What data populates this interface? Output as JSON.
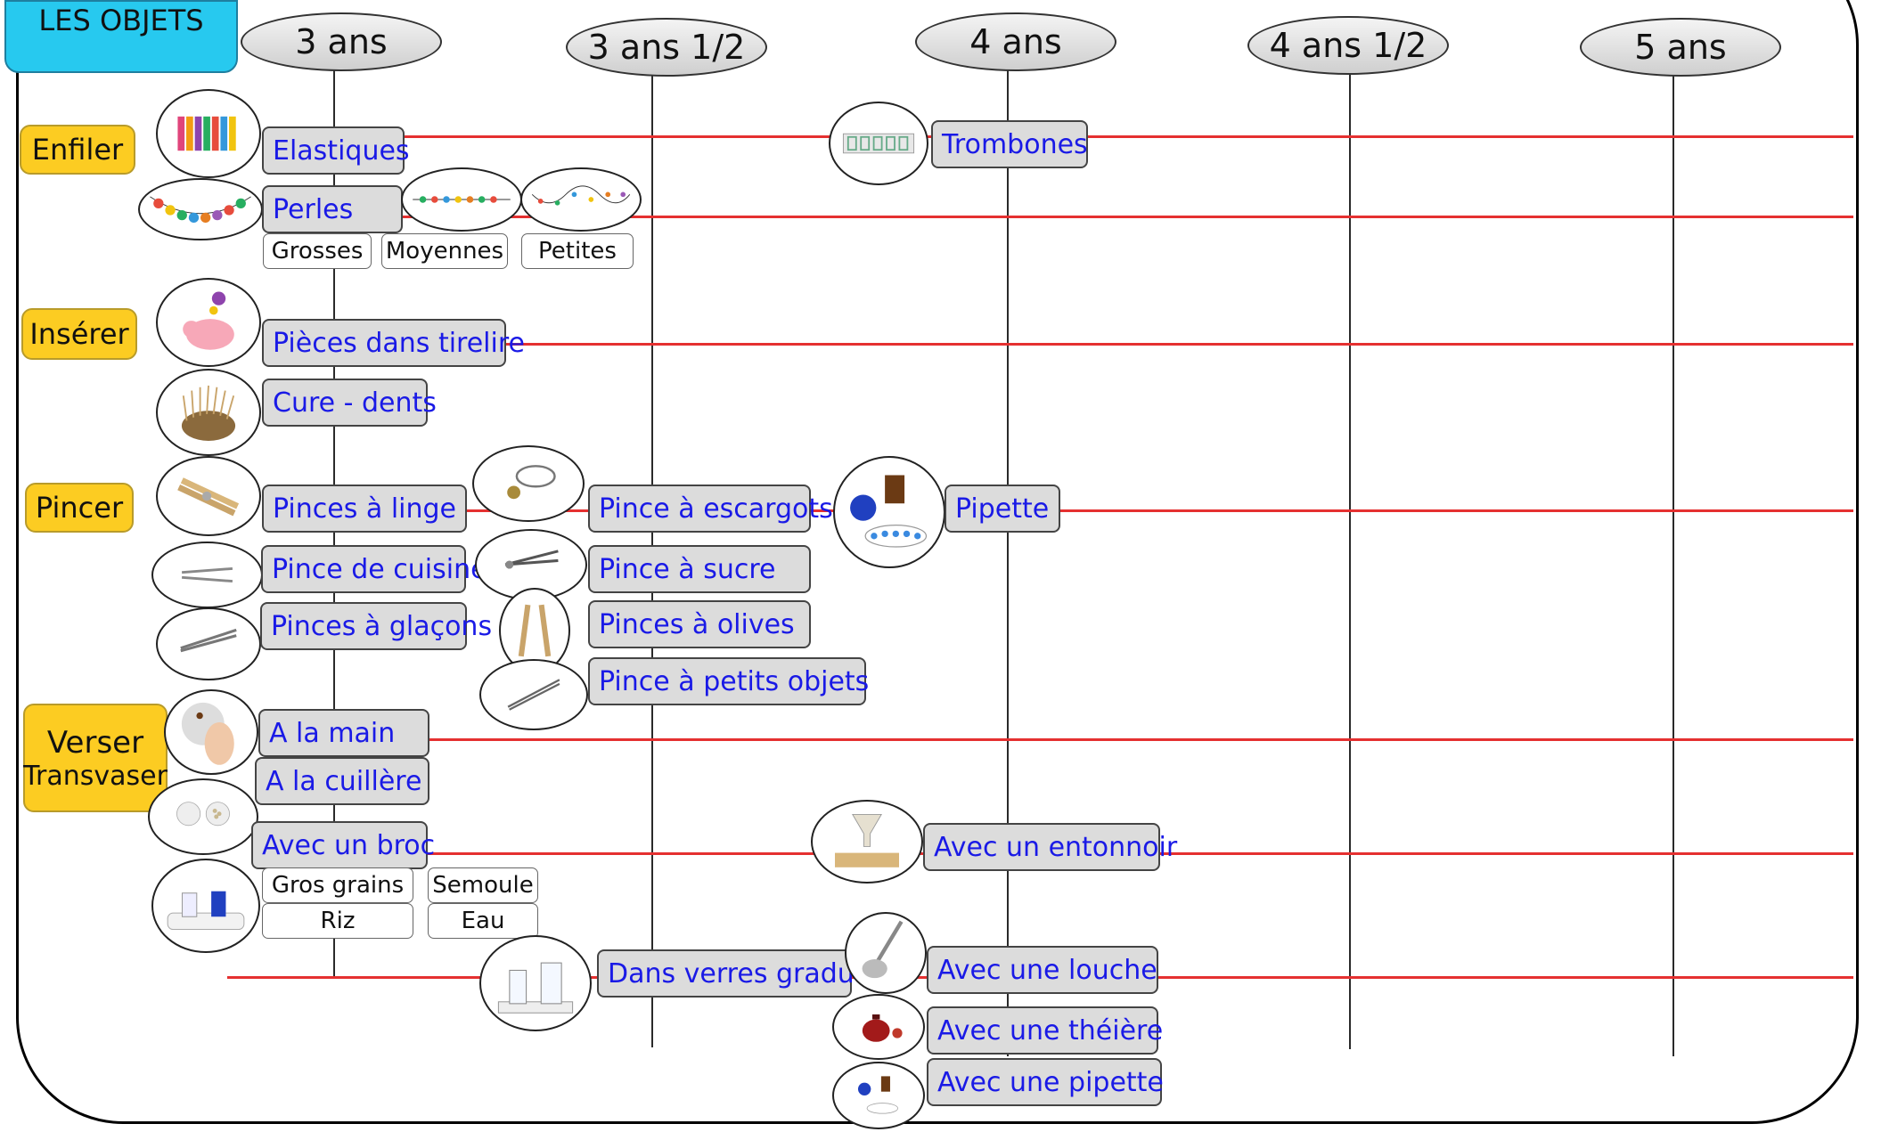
{
  "title": "LES OBJETS",
  "ages": [
    "3 ans",
    "3 ans 1/2",
    "4 ans",
    "4 ans 1/2",
    "5 ans"
  ],
  "categories": {
    "enfiler": "Enfiler",
    "inserer": "Insérer",
    "pincer": "Pincer",
    "verser": "Verser",
    "transvaser": "Transvaser"
  },
  "activities": {
    "elastiques": "Elastiques",
    "trombones": "Trombones",
    "perles": "Perles",
    "grosses": "Grosses",
    "moyennes": "Moyennes",
    "petites": "Petites",
    "pieces_tirelire": "Pièces dans tirelire",
    "cure_dents": "Cure - dents",
    "pinces_linge": "Pinces à linge",
    "pince_escargots": "Pince à escargots",
    "pipette": "Pipette",
    "pince_cuisine": "Pince de cuisine",
    "pince_sucre": "Pince à sucre",
    "pinces_glacons": "Pinces à glaçons",
    "pinces_olives": "Pinces à olives",
    "pince_petits_objets": "Pince à petits objets",
    "a_la_main": "A la main",
    "a_la_cuillere": "A la cuillère",
    "avec_broc": "Avec un broc",
    "avec_entonnoir": "Avec un entonnoir",
    "gros_grains": "Gros grains",
    "semoule": "Semoule",
    "riz": "Riz",
    "eau": "Eau",
    "verres_gradues": "Dans verres gradués",
    "avec_louche": "Avec une louche",
    "avec_theiere": "Avec une théière",
    "avec_pipette": "Avec une pipette"
  },
  "colors": {
    "timeline": "#e53030",
    "label_text": "#1a1ae6",
    "category": "#fccc22",
    "title": "#27c9ef"
  }
}
